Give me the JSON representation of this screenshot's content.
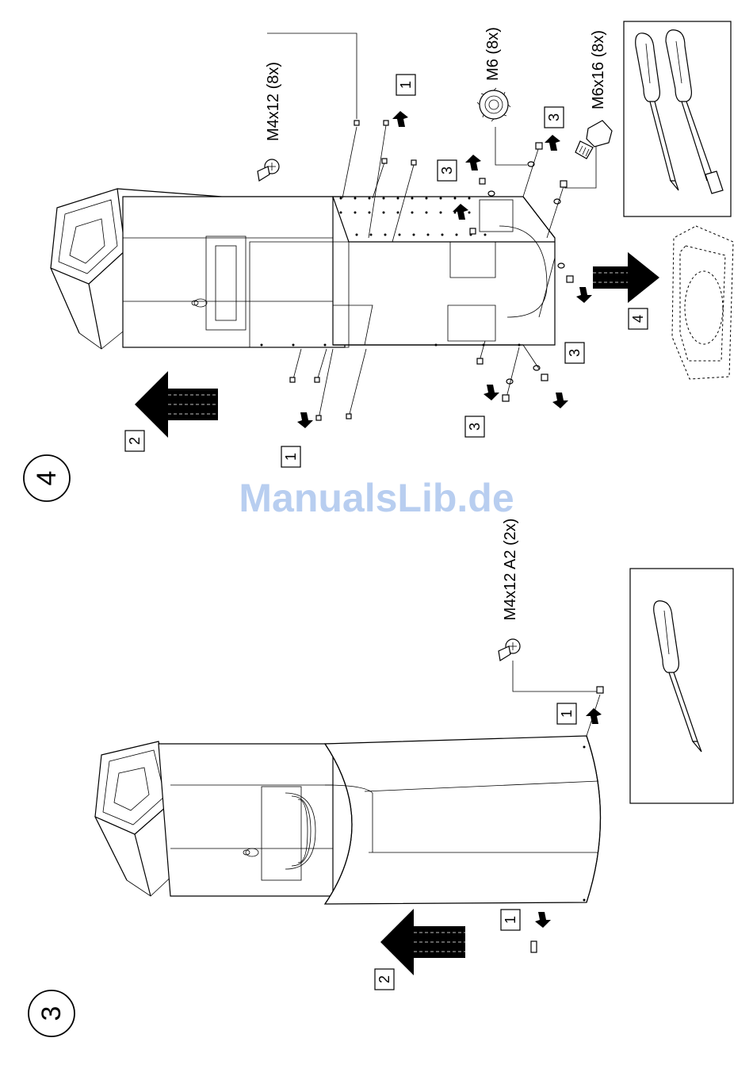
{
  "watermark": "ManualsLib.de",
  "steps": {
    "four": {
      "number": "4"
    },
    "three": {
      "number": "3"
    }
  },
  "labels": {
    "m4x12_8x": "M4x12 (8x)",
    "m6_8x": "M6 (8x)",
    "m6x16_8x": "M6x16 (8x)",
    "m4x12a2_2x": "M4x12 A2 (2x)"
  },
  "callouts": {
    "c1": "1",
    "c2": "2",
    "c3": "3",
    "c4": "4"
  },
  "colors": {
    "watermark": "#b8cef0",
    "ink": "#000000"
  }
}
